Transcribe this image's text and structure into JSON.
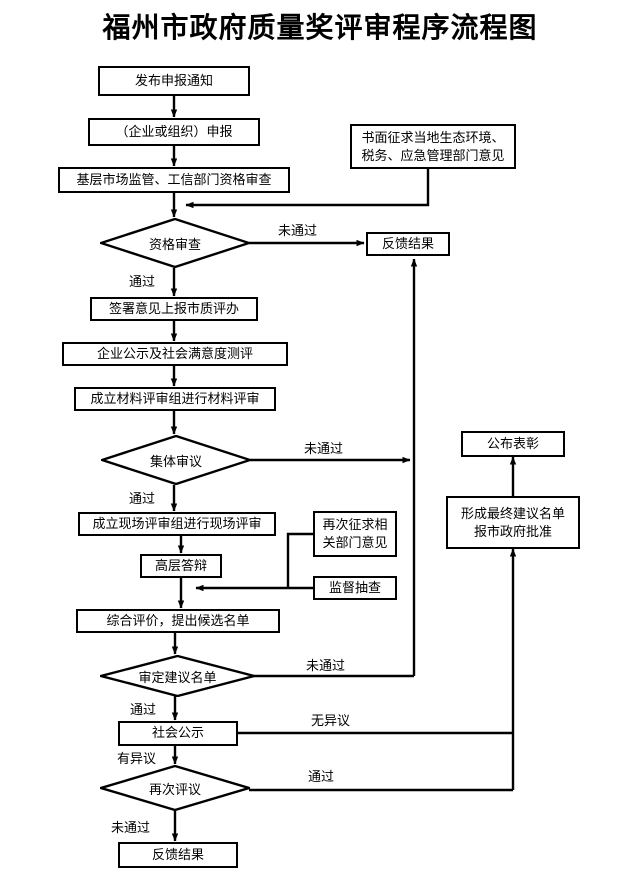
{
  "title": "福州市政府质量奖评审程序流程图",
  "nodes": {
    "publish_notice": "发布申报通知",
    "enterprise_apply": "（企业或组织）申报",
    "grassroots_review": "基层市场监管、工信部门资格审查",
    "written_opinions_l1": "书面征求当地生态环境、",
    "written_opinions_l2": "税务、应急管理部门意见",
    "qualification_check": "资格审查",
    "feedback_top": "反馈结果",
    "sign_report": "签署意见上报市质评办",
    "publicity_survey": "企业公示及社会满意度测评",
    "material_review": "成立材料评审组进行材料评审",
    "collective_review": "集体审议",
    "onsite_review": "成立现场评审组进行现场评审",
    "reconsult_l1": "再次征求相",
    "reconsult_l2": "关部门意见",
    "senior_defense": "高层答辩",
    "supervision_spotcheck": "监督抽查",
    "comprehensive_eval": "综合评价，提出候选名单",
    "award_announce": "公布表彰",
    "final_list_l1": "形成最终建议名单",
    "final_list_l2": "报市政府批准",
    "approve_list": "审定建议名单",
    "social_publicity": "社会公示",
    "re_review": "再次评议",
    "feedback_bottom": "反馈结果"
  },
  "edge_labels": {
    "qual_fail": "未通过",
    "qual_pass": "通过",
    "collective_fail": "未通过",
    "collective_pass": "通过",
    "approve_fail": "未通过",
    "approve_pass": "通过",
    "no_objection": "无异议",
    "has_objection": "有异议",
    "rereview_pass": "通过",
    "rereview_fail": "未通过"
  },
  "colors": {
    "stroke": "#000000",
    "background": "#ffffff",
    "text": "#000000"
  }
}
